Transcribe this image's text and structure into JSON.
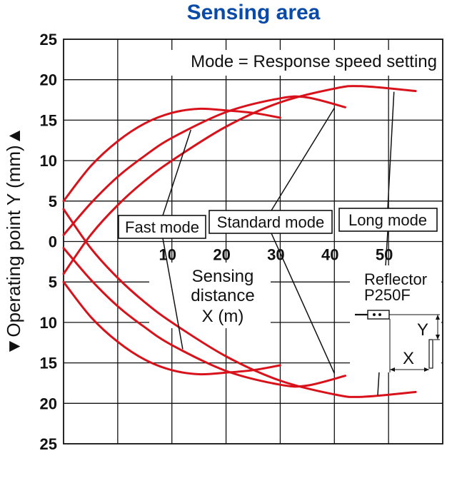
{
  "chart_data": {
    "type": "line",
    "title": "Sensing area",
    "ylabel": "▼Operating point Y (mm)▲",
    "xlabel": [
      "Sensing",
      "distance",
      "X (m)"
    ],
    "mode_note": "Mode = Response speed setting",
    "xlim": [
      -10,
      60
    ],
    "ylim": [
      -25,
      25
    ],
    "x_ticks": [
      10,
      20,
      30,
      40,
      50
    ],
    "y_ticks": [
      "25",
      "20",
      "15",
      "10",
      "5",
      "0",
      "5",
      "10",
      "15",
      "20",
      "25"
    ],
    "grid": true,
    "curve_color": "#d8121b",
    "series": [
      {
        "name": "Fast mode",
        "x": [
          -10,
          -5,
          0,
          5,
          10,
          15,
          20,
          25,
          30
        ],
        "y": [
          5,
          9.3,
          12.4,
          14.6,
          15.9,
          16.4,
          16.2,
          15.9,
          15.3
        ]
      },
      {
        "name": "Fast mode",
        "x": [
          -10,
          -5,
          0,
          5,
          10,
          15,
          20,
          25,
          30
        ],
        "y": [
          -5,
          -9.3,
          -12.4,
          -14.6,
          -15.9,
          -16.4,
          -16.2,
          -15.9,
          -15.3
        ]
      },
      {
        "name": "Standard mode",
        "x": [
          -10,
          -5,
          0,
          5,
          10,
          20,
          30,
          35,
          42
        ],
        "y": [
          0.8,
          4.7,
          8,
          10.6,
          12.8,
          16,
          17.7,
          17.8,
          16.6
        ]
      },
      {
        "name": "Standard mode",
        "x": [
          -10,
          -5,
          0,
          5,
          10,
          20,
          30,
          35,
          42
        ],
        "y": [
          -0.8,
          -4.7,
          -8,
          -10.6,
          -12.8,
          -16,
          -17.7,
          -17.8,
          -16.6
        ]
      },
      {
        "name": "Long mode",
        "x": [
          -10,
          -5,
          0,
          5,
          10,
          20,
          30,
          40,
          45,
          55
        ],
        "y": [
          -4,
          0.8,
          4.5,
          7.5,
          10,
          14.2,
          17.2,
          18.9,
          19.2,
          18.6
        ]
      },
      {
        "name": "Long mode",
        "x": [
          -10,
          -5,
          0,
          5,
          10,
          20,
          30,
          40,
          45,
          55
        ],
        "y": [
          4,
          -0.8,
          -4.5,
          -7.5,
          -10,
          -14.2,
          -17.2,
          -18.9,
          -19.2,
          -18.6
        ]
      }
    ],
    "mode_labels": [
      {
        "text": "Fast mode",
        "leaders": [
          [
            13.5,
            13.8
          ],
          [
            12,
            -13.3
          ]
        ]
      },
      {
        "text": "Standard mode",
        "leaders": [
          [
            40,
            16.5
          ],
          [
            40,
            -16.3
          ]
        ]
      },
      {
        "text": "Long mode",
        "leaders": [
          [
            51,
            18.5
          ],
          [
            48,
            -19
          ]
        ]
      }
    ],
    "inset": {
      "reflector_label": [
        "Reflector",
        "P250F"
      ],
      "y_label": "Y",
      "x_label": "X"
    }
  }
}
